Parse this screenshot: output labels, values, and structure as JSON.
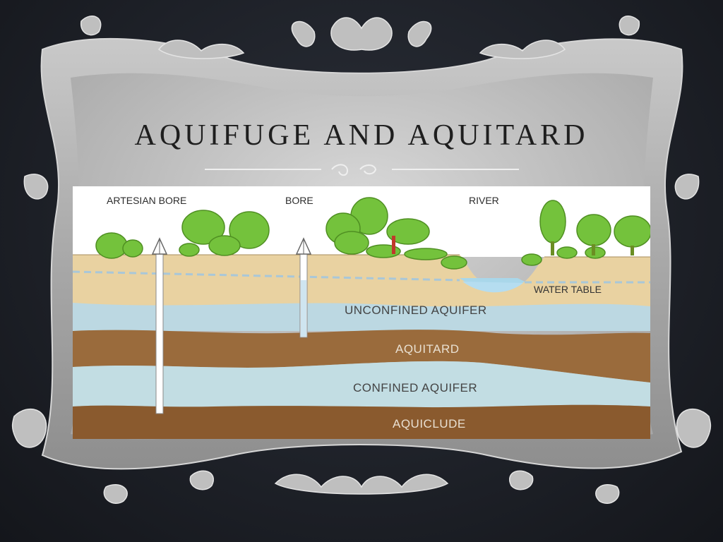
{
  "slide": {
    "title": "AQUIFUGE AND AQUITARD"
  },
  "diagram": {
    "labels": {
      "artesian_bore": "ARTESIAN BORE",
      "bore": "BORE",
      "river": "RIVER",
      "water_table": "WATER TABLE",
      "unconfined_aquifer": "UNCONFINED AQUIFER",
      "aquitard": "AQUITARD",
      "confined_aquifer": "CONFINED AQUIFER",
      "aquiclude": "AQUICLUDE"
    },
    "colors": {
      "soil": "#e9d2a1",
      "unconfined_water": "#bcd8e2",
      "aquitard": "#9a6b3c",
      "confined_aquifer": "#c2dde3",
      "aquiclude": "#8a5a2e",
      "foliage": "#74c23c",
      "water_table_line": "#a9c7d8"
    }
  }
}
